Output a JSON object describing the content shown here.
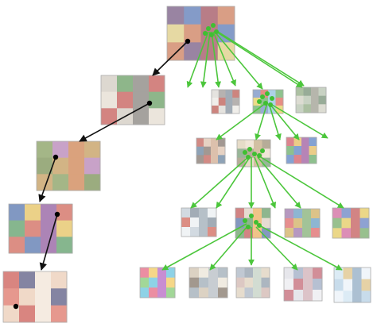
{
  "colors": {
    "navigation_path": "#111111",
    "expansion_edges": "#4cc63c",
    "node_dot_black": "#000000",
    "node_dot_green": "#3fbf32",
    "thumbnail_border": "#7a7a7a"
  },
  "icons": {
    "path_arrow": "black-arrow-icon",
    "branch_arrow": "green-arrow-icon"
  },
  "thumbnails": [
    {
      "id": "root",
      "label": "stained-glass-window-thumbnail",
      "palette": [
        "#5b3a6a",
        "#c2643c",
        "#3a5fa8",
        "#d7c36b",
        "#8e2f3f"
      ]
    },
    {
      "id": "p1",
      "label": "costumed-dwarfs-thumbnail",
      "palette": [
        "#c9c1b4",
        "#b93a35",
        "#4a8a44",
        "#e0d6c8",
        "#6f6a64"
      ]
    },
    {
      "id": "p2",
      "label": "butterfly-flowers-thumbnail",
      "palette": [
        "#6e8a3e",
        "#b8873b",
        "#a86aa8",
        "#5f7a32",
        "#c46a2e"
      ]
    },
    {
      "id": "p3",
      "label": "number-puzzle-blocks-thumbnail",
      "palette": [
        "#355a9e",
        "#c84a3a",
        "#e0b640",
        "#3d8a4a",
        "#7a3a8a"
      ]
    },
    {
      "id": "p4",
      "label": "red-costume-children-thumbnail",
      "palette": [
        "#c23c34",
        "#e8c2a8",
        "#3a3a6a",
        "#d85a4a",
        "#f0e0d0"
      ]
    },
    {
      "id": "c1",
      "label": "street-scene-thumbnail",
      "palette": [
        "#d6d2cc",
        "#b03a30",
        "#8a8480",
        "#e8e4de",
        "#6a7a8a"
      ]
    },
    {
      "id": "c2",
      "label": "colorful-balls-thumbnail",
      "palette": [
        "#5a7ab8",
        "#4ca04a",
        "#d84a3a",
        "#e0c840",
        "#7ab8d8"
      ]
    },
    {
      "id": "c3",
      "label": "garden-scene-thumbnail",
      "palette": [
        "#7a9a6a",
        "#a8b8a0",
        "#5a7a5a",
        "#c8c8b8",
        "#8a8a7a"
      ]
    },
    {
      "id": "g1",
      "label": "red-figures-thumbnail",
      "palette": [
        "#b8433a",
        "#6a5a50",
        "#d8b8a0",
        "#4a6a8a",
        "#c89a7a"
      ]
    },
    {
      "id": "g2",
      "label": "toy-spheres-thumbnail",
      "palette": [
        "#d8c8a8",
        "#8a7a5a",
        "#e8d8c0",
        "#5a8a5a",
        "#b89a6a"
      ]
    },
    {
      "id": "g3",
      "label": "festival-crowd-thumbnail",
      "palette": [
        "#c83a4a",
        "#3a6ab8",
        "#e0b040",
        "#4a9a4a",
        "#8a3a8a"
      ]
    },
    {
      "id": "h1",
      "label": "building-facade-thumbnail",
      "palette": [
        "#b8c4d0",
        "#e8ecf0",
        "#6a7a8a",
        "#c84a3a",
        "#8a9aa8"
      ]
    },
    {
      "id": "h2",
      "label": "toy-cluster-thumbnail",
      "palette": [
        "#b83a3a",
        "#4a8a4a",
        "#d8c8b8",
        "#3a5a9a",
        "#e8a040"
      ]
    },
    {
      "id": "h3",
      "label": "crowd-scene-thumbnail",
      "palette": [
        "#8a5a9a",
        "#c8a040",
        "#4a8ab8",
        "#d84a4a",
        "#6aa05a"
      ]
    },
    {
      "id": "h4",
      "label": "parade-scene-thumbnail",
      "palette": [
        "#c84a8a",
        "#e0c040",
        "#4a6ab8",
        "#5a9a4a",
        "#b83a3a"
      ]
    },
    {
      "id": "h5",
      "label": "carnival-figures-thumbnail",
      "palette": [
        "#d8a040",
        "#3a4a8a",
        "#c83a3a",
        "#6a3a8a",
        "#e8d080"
      ]
    },
    {
      "id": "l1",
      "label": "candy-pile-thumbnail",
      "palette": [
        "#e04a6a",
        "#4ab8d8",
        "#f0c040",
        "#6ac05a",
        "#a84ab8"
      ]
    },
    {
      "id": "l2",
      "label": "courtyard-thumbnail",
      "palette": [
        "#c8b8a0",
        "#8a9aa8",
        "#e8e0d0",
        "#6a5a4a",
        "#a8b0b8"
      ]
    },
    {
      "id": "l3",
      "label": "photo-grid-thumbnail",
      "palette": [
        "#9aa8b8",
        "#d8c8b0",
        "#7a8a9a",
        "#c8a8a0",
        "#b8c8b8"
      ]
    },
    {
      "id": "l4",
      "label": "patterned-fabric-thumbnail",
      "palette": [
        "#d8d8e0",
        "#b84a5a",
        "#8a9ab8",
        "#e8e8ec",
        "#c8a0a8"
      ]
    },
    {
      "id": "l5",
      "label": "tower-sky-thumbnail",
      "palette": [
        "#c8e0f0",
        "#e8f0f8",
        "#d8b870",
        "#a8c8e0",
        "#7a9ab8"
      ]
    }
  ]
}
